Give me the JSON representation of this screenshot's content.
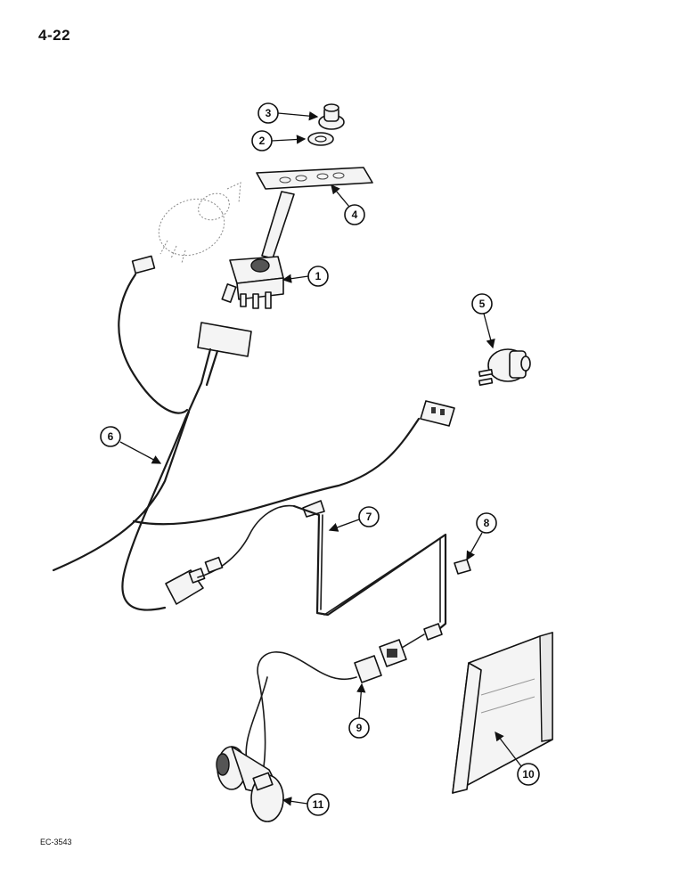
{
  "page_number": "4-22",
  "reference_code": "EC-3543",
  "callouts": [
    "1",
    "2",
    "3",
    "4",
    "5",
    "6",
    "7",
    "8",
    "9",
    "10",
    "11"
  ]
}
